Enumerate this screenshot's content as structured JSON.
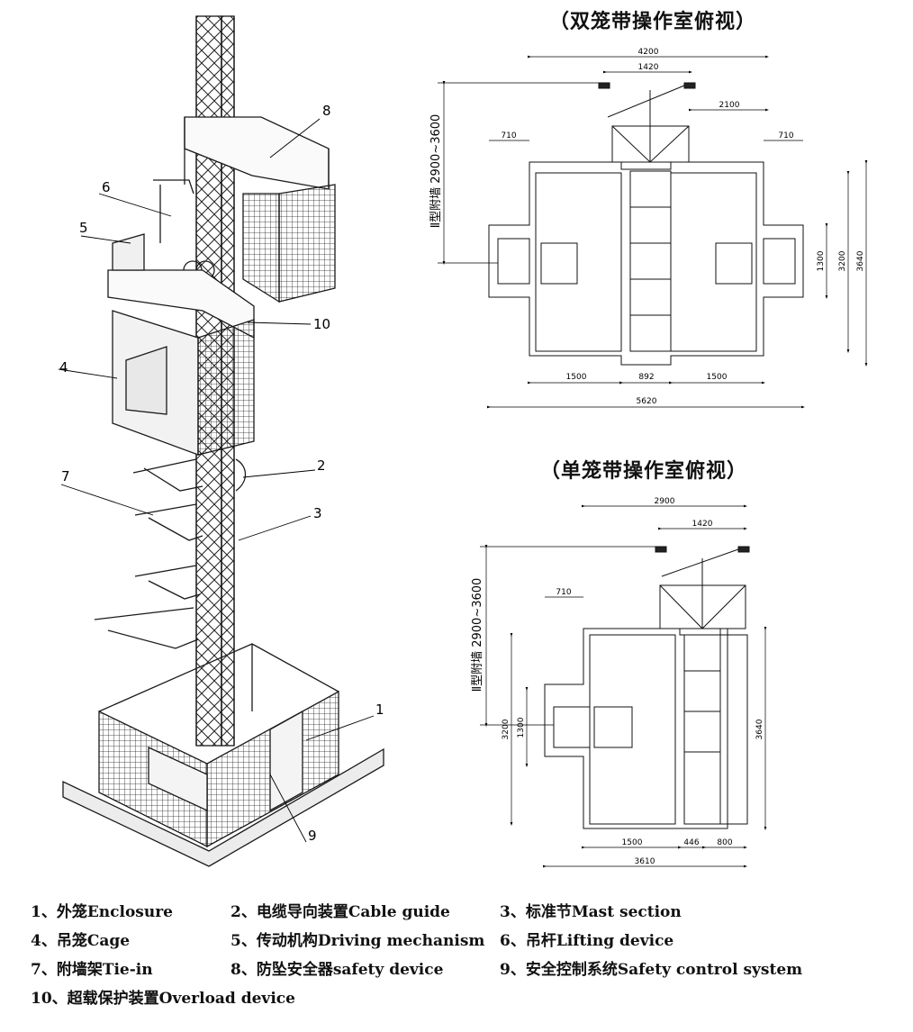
{
  "titles": {
    "double": "（双笼带操作室俯视）",
    "single": "（单笼带操作室俯视）"
  },
  "callouts": [
    "1",
    "2",
    "3",
    "4",
    "5",
    "6",
    "7",
    "8",
    "9",
    "10"
  ],
  "double_plan": {
    "dims": {
      "overall_top": "4200",
      "mast": "1420",
      "lift_arm": "2100",
      "left_offset": "710",
      "right_offset": "710",
      "cage_left": "1500",
      "gap": "892",
      "cage_right": "1500",
      "overall_bottom": "5620",
      "inner": "1300",
      "cage_depth": "3200",
      "overall_depth": "3640"
    },
    "wall_label": "Ⅱ型附墙 2900~3600"
  },
  "single_plan": {
    "dims": {
      "overall_top": "2900",
      "mast": "1420",
      "left_offset": "710",
      "cage": "1500",
      "gap": "446",
      "right": "800",
      "overall_bottom": "3610",
      "cage_depth": "3200",
      "inner": "1300",
      "overall_depth": "3640"
    },
    "wall_label": "Ⅱ型附墙 2900~3600"
  },
  "legend": [
    "1、外笼Enclosure",
    "2、电缆导向装置Cable guide",
    "3、标准节Mast section",
    "4、吊笼Cage",
    "5、传动机构Driving mechanism",
    "6、吊杆Lifting device",
    "7、附墙架Tie-in",
    "8、防坠安全器safety device",
    "9、安全控制系统Safety control system",
    "10、超载保护装置Overload device"
  ]
}
